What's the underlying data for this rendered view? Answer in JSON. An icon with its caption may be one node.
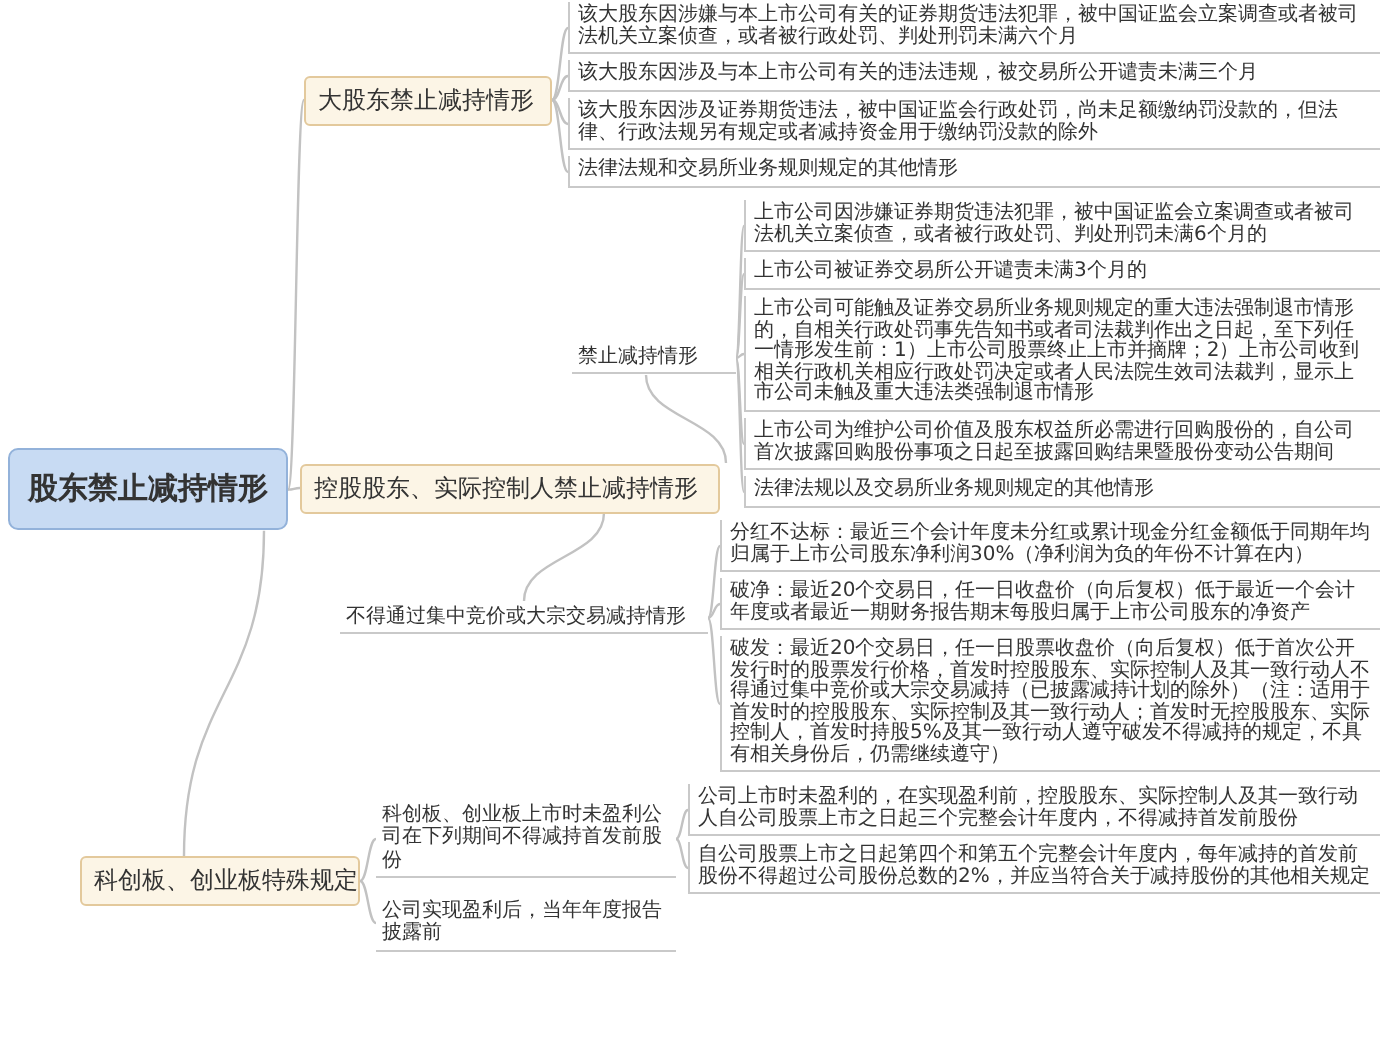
{
  "diagram": {
    "nodes": [
      {
        "text": [
          "股东禁止减持情形"
        ]
      },
      {
        "text": [
          "大股东禁止减持情形"
        ]
      },
      {
        "text": [
          "该大股东因涉嫌与本上市公司有关的证券期货违法犯罪，被中国证监会立案调查或者被司法机关立案侦查，或者被行政处罚、判处刑罚未满六个月"
        ]
      },
      {
        "text": [
          "该大股东因涉及与本上市公司有关的违法违规，被交易所公开谴责未满三个月"
        ]
      },
      {
        "text": [
          "该大股东因涉及证券期货违法，被中国证监会行政处罚，尚未足额缴纳罚没款的，但法律、行政法规另有规定或者减持资金用于缴纳罚没款的除外"
        ]
      },
      {
        "text": [
          "法律法规和交易所业务规则规定的其他情形"
        ]
      },
      {
        "text": [
          "控股股东、实际控制人禁止减持情形"
        ]
      },
      {
        "text": [
          "禁止减持情形"
        ]
      },
      {
        "text": [
          "上市公司因涉嫌证券期货违法犯罪，被中国证监会立案调查或者被司法机关立案侦查，或者被行政处罚、判处刑罚未满6个月的"
        ]
      },
      {
        "text": [
          "上市公司被证券交易所公开谴责未满3个月的"
        ]
      },
      {
        "text": [
          "上市公司可能触及证券交易所业务规则规定的重大违法强制退市情形的，自相关行政处罚事先告知书或者司法裁判作出之日起，至下列任一情形发生前：1）上市公司股票终止上市并摘牌；2）上市公司收到相关行政机关相应行政处罚决定或者人民法院生效司法裁判，显示上市公司未触及重大违法类强制退市情形"
        ]
      },
      {
        "text": [
          "上市公司为维护公司价值及股东权益所必需进行回购股份的，自公司首次披露回购股份事项之日起至披露回购结果暨股份变动公告期间"
        ]
      },
      {
        "text": [
          "法律法规以及交易所业务规则规定的其他情形"
        ]
      },
      {
        "text": [
          "不得通过集中竞价或大宗交易减持情形"
        ]
      },
      {
        "text": [
          "分红不达标：最近三个会计年度未分红或累计现金分红金额低于同期年均归属于上市公司股东净利润30%（净利润为负的年份不计算在内）"
        ]
      },
      {
        "text": [
          "破净：最近20个交易日，任一日收盘价（向后复权）低于最近一个会计年度或者最近一期财务报告期末每股归属于上市公司股东的净资产"
        ]
      },
      {
        "text": [
          "破发：最近20个交易日，任一日股票收盘价（向后复权）低于首次公开发行时的股票发行价格，首发时控股股东、实际控制人及其一致行动人不得通过集中竞价或大宗交易减持（已披露减持计划的除外）（注：适用于首发时的控股股东、实际控制及其一致行动人；首发时无控股股东、实际控制人，首发时持股5%及其一致行动人遵守破发不得减持的规定，不具有相关身份后，仍需继续遵守）"
        ]
      },
      {
        "text": [
          "科创板、创业板特殊规定"
        ]
      },
      {
        "text": [
          "科创板、创业板上市时未盈利公司在下列期间不得减持首发前股份"
        ]
      },
      {
        "text": [
          "公司上市时未盈利的，在实现盈利前，控股股东、实际控制人及其一致行动人自公司股票上市之日起三个完整会计年度内，不得减持首发前股份"
        ]
      },
      {
        "text": [
          "自公司股票上市之日起第四个和第五个完整会计年度内，每年减持的首发前股份不得超过公司股份总数的2%，并应当符合关于减持股份的其他相关规定"
        ]
      },
      {
        "text": [
          "公司实现盈利后，当年年度报告披露前"
        ]
      }
    ],
    "edges": [
      {
        "from": 0,
        "to": 1,
        "arrow": "none"
      },
      {
        "from": 1,
        "to": 2,
        "arrow": "none"
      },
      {
        "from": 1,
        "to": 3,
        "arrow": "none"
      },
      {
        "from": 1,
        "to": 4,
        "arrow": "none"
      },
      {
        "from": 1,
        "to": 5,
        "arrow": "none"
      },
      {
        "from": 0,
        "to": 6,
        "arrow": "none"
      },
      {
        "from": 6,
        "to": 7,
        "arrow": "none"
      },
      {
        "from": 7,
        "to": 8,
        "arrow": "none"
      },
      {
        "from": 7,
        "to": 9,
        "arrow": "none"
      },
      {
        "from": 7,
        "to": 10,
        "arrow": "none"
      },
      {
        "from": 7,
        "to": 11,
        "arrow": "none"
      },
      {
        "from": 7,
        "to": 12,
        "arrow": "none"
      },
      {
        "from": 6,
        "to": 13,
        "arrow": "none"
      },
      {
        "from": 13,
        "to": 14,
        "arrow": "none"
      },
      {
        "from": 13,
        "to": 15,
        "arrow": "none"
      },
      {
        "from": 13,
        "to": 16,
        "arrow": "none"
      },
      {
        "from": 0,
        "to": 17,
        "arrow": "none"
      },
      {
        "from": 17,
        "to": 18,
        "arrow": "none"
      },
      {
        "from": 18,
        "to": 19,
        "arrow": "none"
      },
      {
        "from": 18,
        "to": 20,
        "arrow": "none"
      },
      {
        "from": 17,
        "to": 21,
        "arrow": "none"
      }
    ]
  }
}
